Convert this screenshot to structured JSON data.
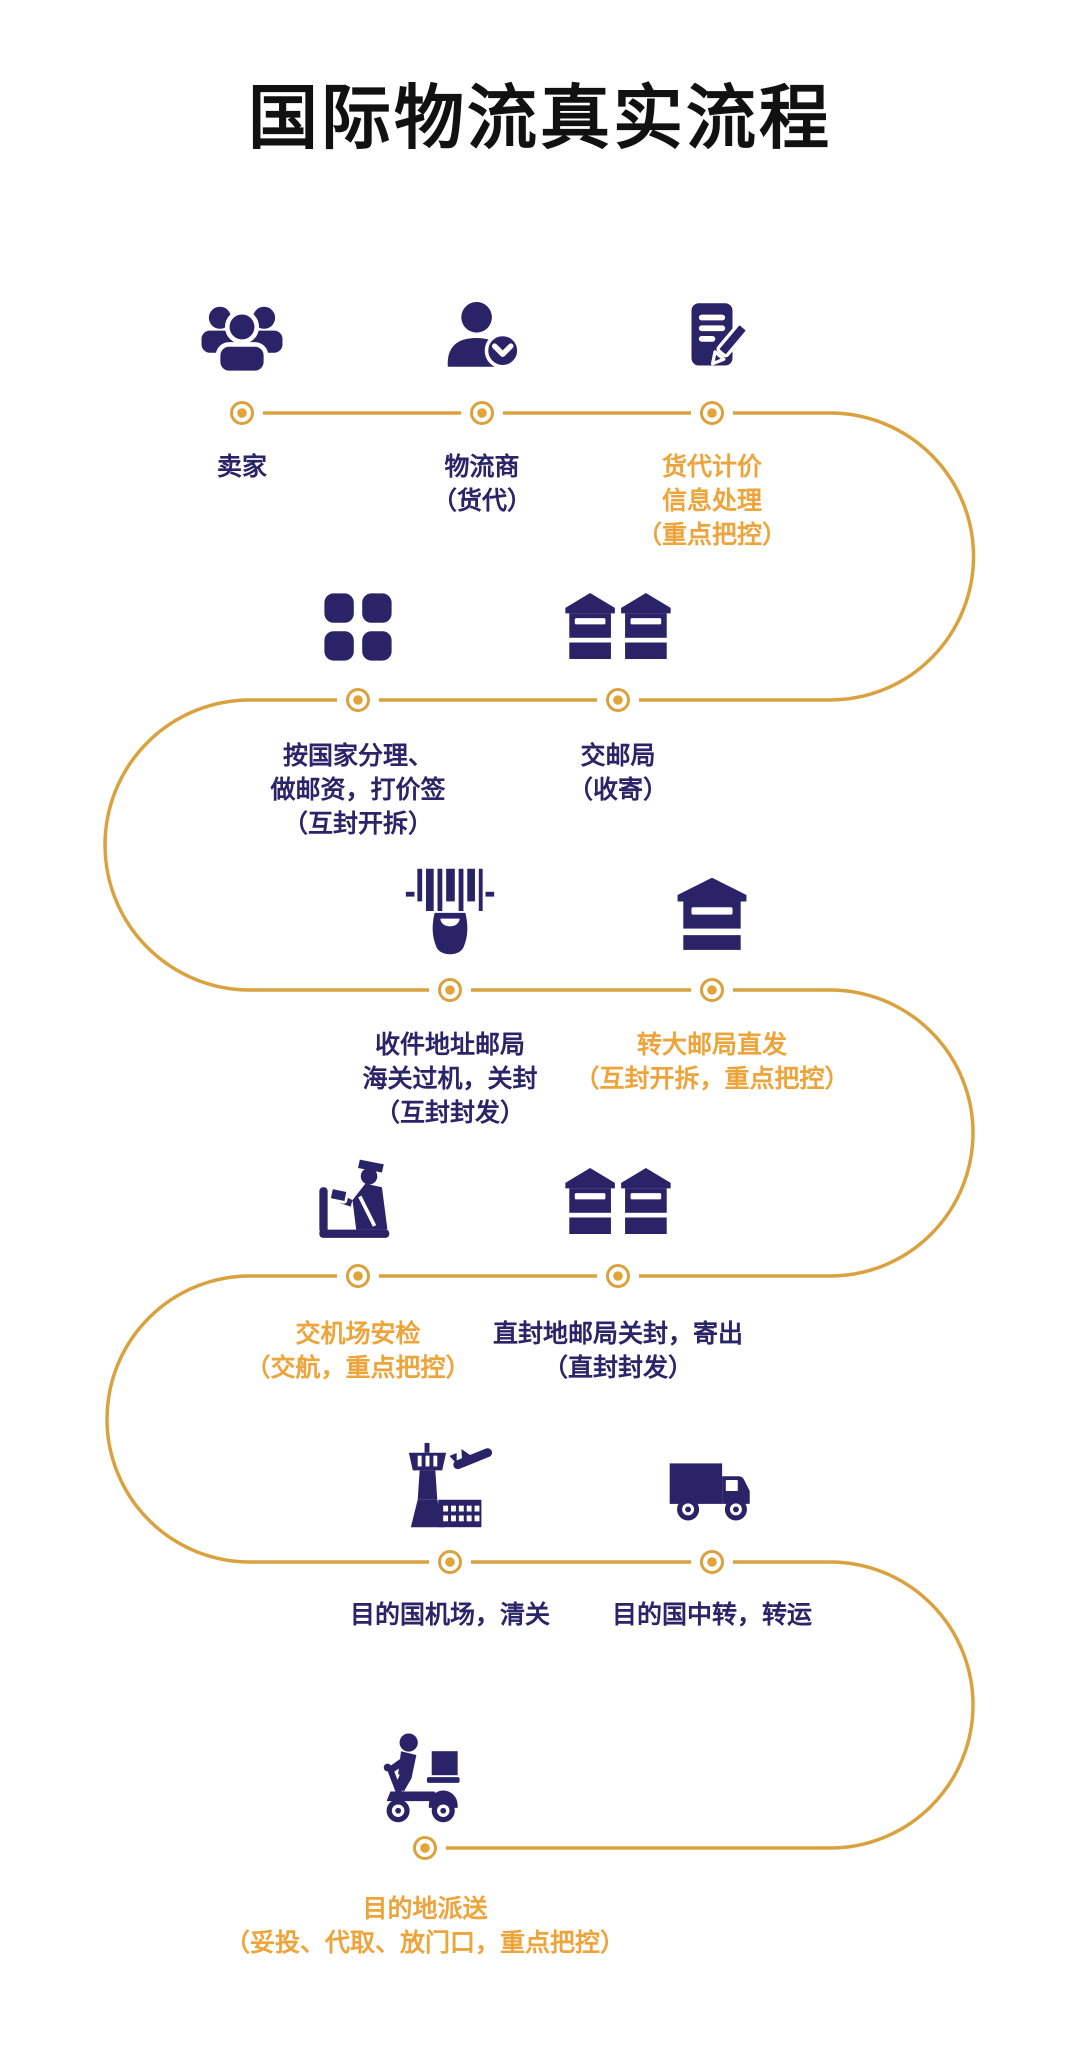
{
  "title": "国际物流真实流程",
  "colors": {
    "icon_navy": "#2A2367",
    "path_gold": "#D9A23F",
    "node_dot": "#E2A339",
    "highlight_orange": "#EDA43B",
    "text_navy": "#2B2468",
    "title_black": "#111111"
  },
  "steps": [
    {
      "order": 1,
      "icon": "sellers-group-icon",
      "label": "卖家",
      "highlight": false
    },
    {
      "order": 2,
      "icon": "forwarder-user-check-icon",
      "label": "物流商\n（货代）",
      "highlight": false
    },
    {
      "order": 3,
      "icon": "pricing-document-icon",
      "label": "货代计价\n信息处理\n（重点把控）",
      "highlight": true
    },
    {
      "order": 4,
      "icon": "post-office-mailboxes-icon",
      "label": "交邮局\n（收寄）",
      "highlight": false
    },
    {
      "order": 5,
      "icon": "country-sorting-icon",
      "label": "按国家分理、\n做邮资，打价签\n（互封开拆）",
      "highlight": false
    },
    {
      "order": 6,
      "icon": "barcode-scanner-icon",
      "label": "收件地址邮局\n海关过机，关封\n（互封封发）",
      "highlight": false
    },
    {
      "order": 7,
      "icon": "mailbox-icon",
      "label": "转大邮局直发\n（互封开拆，重点把控）",
      "highlight": true
    },
    {
      "order": 8,
      "icon": "sealing-mailboxes-icon",
      "label": "直封地邮局关封，寄出\n（直封封发）",
      "highlight": false
    },
    {
      "order": 9,
      "icon": "customs-officer-icon",
      "label": "交机场安检\n（交航，重点把控）",
      "highlight": true
    },
    {
      "order": 10,
      "icon": "destination-airport-icon",
      "label": "目的国机场，清关",
      "highlight": false
    },
    {
      "order": 11,
      "icon": "transfer-truck-icon",
      "label": "目的国中转，转运",
      "highlight": false
    },
    {
      "order": 12,
      "icon": "delivery-scooter-icon",
      "label": "目的地派送\n（妥投、代取、放门口，重点把控）",
      "highlight": true
    }
  ]
}
